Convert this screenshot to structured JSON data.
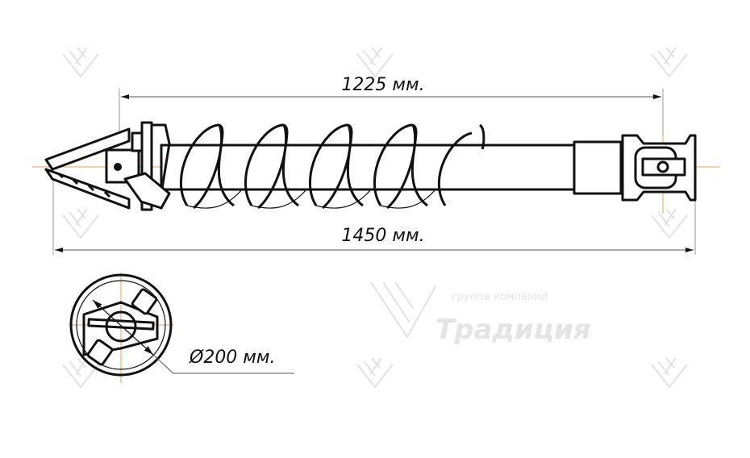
{
  "drawing": {
    "dimensions": {
      "working_length": "1225 мм.",
      "total_length": "1450 мм.",
      "diameter": "Ø200 мм."
    },
    "watermark": {
      "subtitle": "группа компаний",
      "brand": "Традиция"
    },
    "colors": {
      "line": "#111111",
      "centerline": "#f0a050",
      "dimension": "#555555",
      "watermark": "#e2e2e2"
    }
  }
}
